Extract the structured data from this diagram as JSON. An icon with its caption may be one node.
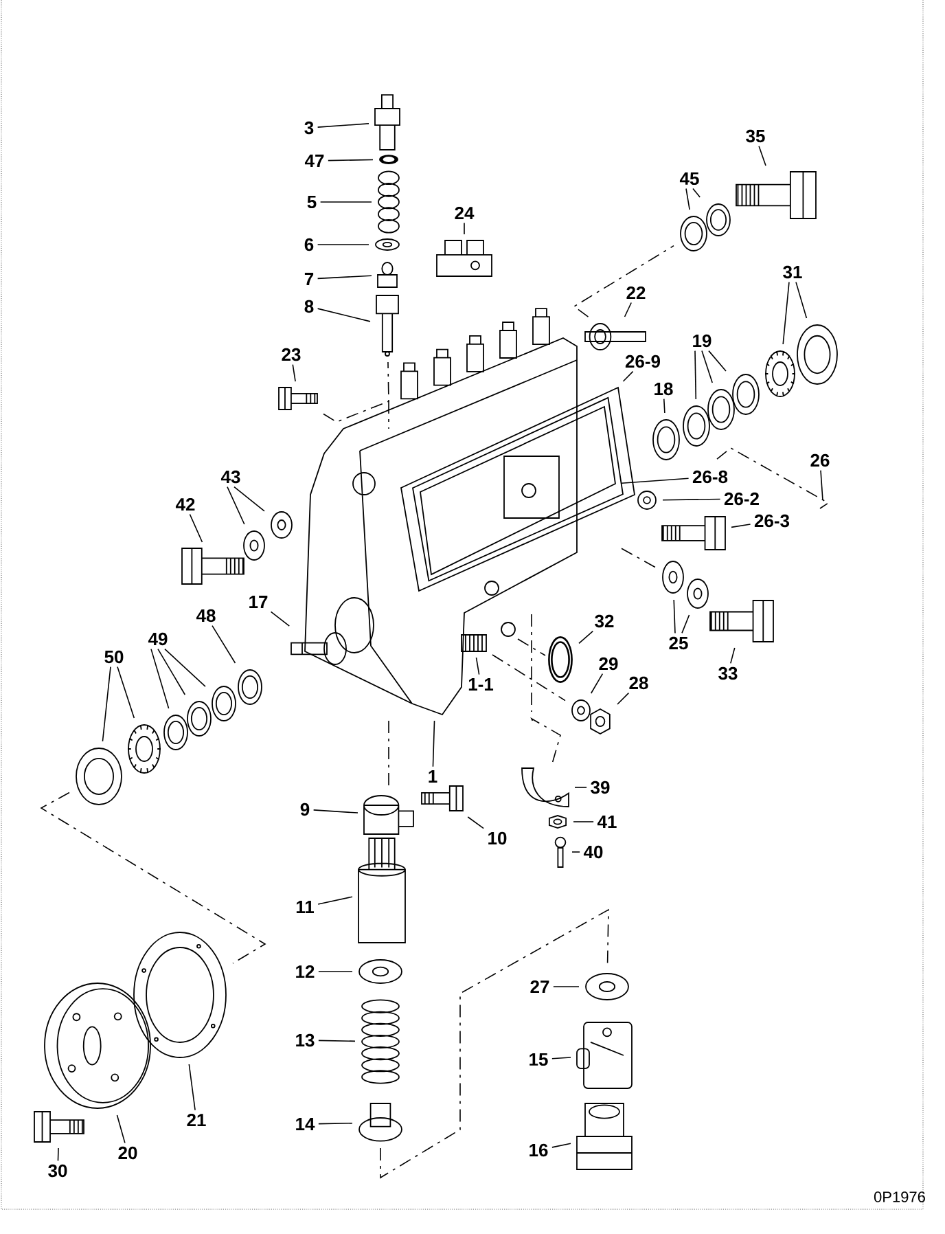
{
  "diagram": {
    "nodes": [
      {
        "text": [
          "3"
        ]
      },
      {
        "text": [
          "47"
        ]
      },
      {
        "text": [
          "5"
        ]
      },
      {
        "text": [
          "6"
        ]
      },
      {
        "text": [
          "7"
        ]
      },
      {
        "text": [
          "8"
        ]
      },
      {
        "text": [
          "24"
        ]
      },
      {
        "text": [
          "35"
        ]
      },
      {
        "text": [
          "45"
        ]
      },
      {
        "text": [
          "22"
        ]
      },
      {
        "text": [
          "23"
        ]
      },
      {
        "text": [
          "31"
        ]
      },
      {
        "text": [
          "19"
        ]
      },
      {
        "text": [
          "18"
        ]
      },
      {
        "text": [
          "26-9"
        ]
      },
      {
        "text": [
          "26"
        ]
      },
      {
        "text": [
          "26-8"
        ]
      },
      {
        "text": [
          "26-2"
        ]
      },
      {
        "text": [
          "26-3"
        ]
      },
      {
        "text": [
          "42"
        ]
      },
      {
        "text": [
          "43"
        ]
      },
      {
        "text": [
          "17"
        ]
      },
      {
        "text": [
          "48"
        ]
      },
      {
        "text": [
          "49"
        ]
      },
      {
        "text": [
          "50"
        ]
      },
      {
        "text": [
          "32"
        ]
      },
      {
        "text": [
          "29"
        ]
      },
      {
        "text": [
          "28"
        ]
      },
      {
        "text": [
          "25"
        ]
      },
      {
        "text": [
          "33"
        ]
      },
      {
        "text": [
          "1-1"
        ],
        "in": 47
      },
      {
        "text": [
          "1"
        ]
      },
      {
        "text": [
          "9"
        ]
      },
      {
        "text": [
          "10"
        ]
      },
      {
        "text": [
          "39"
        ]
      },
      {
        "text": [
          "41"
        ]
      },
      {
        "text": [
          "40"
        ]
      },
      {
        "text": [
          "11"
        ]
      },
      {
        "text": [
          "12"
        ]
      },
      {
        "text": [
          "13"
        ]
      },
      {
        "text": [
          "14"
        ]
      },
      {
        "text": [
          "27"
        ]
      },
      {
        "text": [
          "15"
        ]
      },
      {
        "text": [
          "16"
        ]
      },
      {
        "text": [
          "21"
        ]
      },
      {
        "text": [
          "20"
        ]
      },
      {
        "text": [
          "30"
        ]
      },
      {
        "text": [],
        "shape": "picture"
      },
      {
        "text": [],
        "shape": "picture"
      },
      {
        "text": [],
        "shape": "picture"
      },
      {
        "text": [],
        "shape": "picture"
      },
      {
        "text": [],
        "shape": "picture"
      },
      {
        "text": [],
        "shape": "picture"
      },
      {
        "text": [],
        "shape": "picture"
      },
      {
        "text": [],
        "shape": "picture"
      },
      {
        "text": [],
        "shape": "picture"
      },
      {
        "text": [],
        "shape": "picture"
      },
      {
        "text": [],
        "shape": "picture"
      },
      {
        "text": [],
        "shape": "picture"
      },
      {
        "text": [],
        "shape": "picture"
      },
      {
        "text": [],
        "shape": "picture"
      },
      {
        "text": [],
        "shape": "picture"
      },
      {
        "text": [],
        "shape": "picture"
      },
      {
        "text": [],
        "shape": "picture"
      },
      {
        "text": [],
        "shape": "picture"
      },
      {
        "text": [],
        "shape": "picture"
      },
      {
        "text": [],
        "shape": "picture"
      },
      {
        "text": [],
        "shape": "picture",
        "in": 66
      },
      {
        "text": [],
        "shape": "picture"
      },
      {
        "text": [],
        "shape": "picture"
      },
      {
        "text": [],
        "shape": "picture"
      },
      {
        "text": [],
        "shape": "picture"
      },
      {
        "text": [],
        "shape": "picture"
      },
      {
        "text": [],
        "shape": "picture"
      },
      {
        "text": [],
        "shape": "picture"
      },
      {
        "text": [],
        "shape": "picture"
      },
      {
        "text": [],
        "shape": "picture"
      },
      {
        "text": [],
        "shape": "picture"
      },
      {
        "text": [],
        "shape": "picture"
      },
      {
        "text": [],
        "shape": "picture"
      },
      {
        "text": [],
        "shape": "picture",
        "in": 47
      },
      {
        "text": [],
        "shape": "picture"
      },
      {
        "text": [],
        "shape": "picture"
      },
      {
        "text": [],
        "shape": "picture"
      },
      {
        "text": [],
        "shape": "picture"
      },
      {
        "text": [],
        "shape": "picture"
      },
      {
        "text": [],
        "shape": "picture",
        "in": 47
      },
      {
        "text": [],
        "shape": "picture"
      },
      {
        "text": [],
        "shape": "picture"
      },
      {
        "text": [],
        "shape": "picture"
      },
      {
        "text": [],
        "shape": "picture"
      },
      {
        "text": [],
        "shape": "picture"
      },
      {
        "text": [],
        "shape": "picture"
      },
      {
        "text": [],
        "shape": "picture"
      },
      {
        "text": [],
        "shape": "picture"
      },
      {
        "text": [],
        "shape": "picture"
      },
      {
        "text": [],
        "shape": "picture"
      },
      {
        "text": [],
        "shape": "picture"
      },
      {
        "text": [],
        "shape": "picture"
      },
      {
        "text": [],
        "shape": "picture"
      },
      {
        "text": [],
        "shape": "picture"
      },
      {
        "text": [],
        "shape": "picture"
      }
    ],
    "edges": [
      {
        "from": 0,
        "to": 48,
        "arrow": "none"
      },
      {
        "from": 1,
        "to": 49,
        "arrow": "none"
      },
      {
        "from": 2,
        "to": 50,
        "arrow": "none"
      },
      {
        "from": 3,
        "to": 51,
        "arrow": "none"
      },
      {
        "from": 4,
        "to": 52,
        "arrow": "none"
      },
      {
        "from": 5,
        "to": 53,
        "arrow": "none"
      },
      {
        "from": 6,
        "to": 54,
        "arrow": "none"
      },
      {
        "from": 7,
        "to": 55,
        "arrow": "none"
      },
      {
        "from": 8,
        "to": 56,
        "arrow": "none"
      },
      {
        "from": 8,
        "to": 57,
        "arrow": "none"
      },
      {
        "from": 9,
        "to": 58,
        "arrow": "none"
      },
      {
        "from": 10,
        "to": 59,
        "arrow": "none"
      },
      {
        "from": 11,
        "to": 60,
        "arrow": "none"
      },
      {
        "from": 11,
        "to": 61,
        "arrow": "none"
      },
      {
        "from": 12,
        "to": 62,
        "arrow": "none"
      },
      {
        "from": 12,
        "to": 63,
        "arrow": "none"
      },
      {
        "from": 12,
        "to": 64,
        "arrow": "none"
      },
      {
        "from": 13,
        "to": 65,
        "arrow": "none"
      },
      {
        "from": 14,
        "to": 66,
        "arrow": "none"
      },
      {
        "from": 15,
        "to": null,
        "arrow": "none"
      },
      {
        "from": 16,
        "to": 67,
        "arrow": "none"
      },
      {
        "from": 17,
        "to": 68,
        "arrow": "none"
      },
      {
        "from": 18,
        "to": 69,
        "arrow": "none"
      },
      {
        "from": 19,
        "to": 70,
        "arrow": "none"
      },
      {
        "from": 20,
        "to": 71,
        "arrow": "none"
      },
      {
        "from": 20,
        "to": 72,
        "arrow": "none"
      },
      {
        "from": 21,
        "to": 73,
        "arrow": "none"
      },
      {
        "from": 22,
        "to": 74,
        "arrow": "none"
      },
      {
        "from": 23,
        "to": 75,
        "arrow": "none"
      },
      {
        "from": 23,
        "to": 76,
        "arrow": "none"
      },
      {
        "from": 23,
        "to": 77,
        "arrow": "none"
      },
      {
        "from": 24,
        "to": 78,
        "arrow": "none"
      },
      {
        "from": 24,
        "to": 79,
        "arrow": "none"
      },
      {
        "from": 25,
        "to": 80,
        "arrow": "none"
      },
      {
        "from": 26,
        "to": 81,
        "arrow": "none"
      },
      {
        "from": 27,
        "to": 82,
        "arrow": "none"
      },
      {
        "from": 28,
        "to": 83,
        "arrow": "none"
      },
      {
        "from": 28,
        "to": 84,
        "arrow": "none"
      },
      {
        "from": 29,
        "to": 85,
        "arrow": "none"
      },
      {
        "from": 30,
        "to": 86,
        "arrow": "none"
      },
      {
        "from": 31,
        "to": 47,
        "arrow": "none"
      },
      {
        "from": 32,
        "to": 87,
        "arrow": "none"
      },
      {
        "from": 33,
        "to": 88,
        "arrow": "none"
      },
      {
        "from": 34,
        "to": 89,
        "arrow": "none"
      },
      {
        "from": 35,
        "to": 90,
        "arrow": "none"
      },
      {
        "from": 36,
        "to": 91,
        "arrow": "none"
      },
      {
        "from": 37,
        "to": 92,
        "arrow": "none"
      },
      {
        "from": 38,
        "to": 93,
        "arrow": "none"
      },
      {
        "from": 39,
        "to": 94,
        "arrow": "none"
      },
      {
        "from": 40,
        "to": 95,
        "arrow": "none"
      },
      {
        "from": 41,
        "to": 96,
        "arrow": "none"
      },
      {
        "from": 42,
        "to": 97,
        "arrow": "none"
      },
      {
        "from": 43,
        "to": 98,
        "arrow": "none"
      },
      {
        "from": 44,
        "to": 99,
        "arrow": "none"
      },
      {
        "from": 45,
        "to": 100,
        "arrow": "none"
      },
      {
        "from": 46,
        "to": 101,
        "arrow": "none"
      },
      {
        "from": 59,
        "to": 53,
        "arrow": "none",
        "style": "dashed"
      },
      {
        "from": 58,
        "to": 56,
        "arrow": "none",
        "style": "dashed"
      },
      {
        "from": 67,
        "to": 83,
        "arrow": "none",
        "style": "dashed"
      },
      {
        "from": 86,
        "to": 81,
        "arrow": "none",
        "style": "dashed"
      },
      {
        "from": 89,
        "to": 47,
        "arrow": "none",
        "style": "dashed"
      },
      {
        "from": 47,
        "to": 87,
        "arrow": "none",
        "style": "dashed"
      },
      {
        "from": 79,
        "to": 99,
        "arrow": "none",
        "style": "dashed"
      },
      {
        "from": 95,
        "to": 96,
        "arrow": "none",
        "style": "dashed"
      }
    ],
    "labels": [
      "0P1976"
    ]
  }
}
